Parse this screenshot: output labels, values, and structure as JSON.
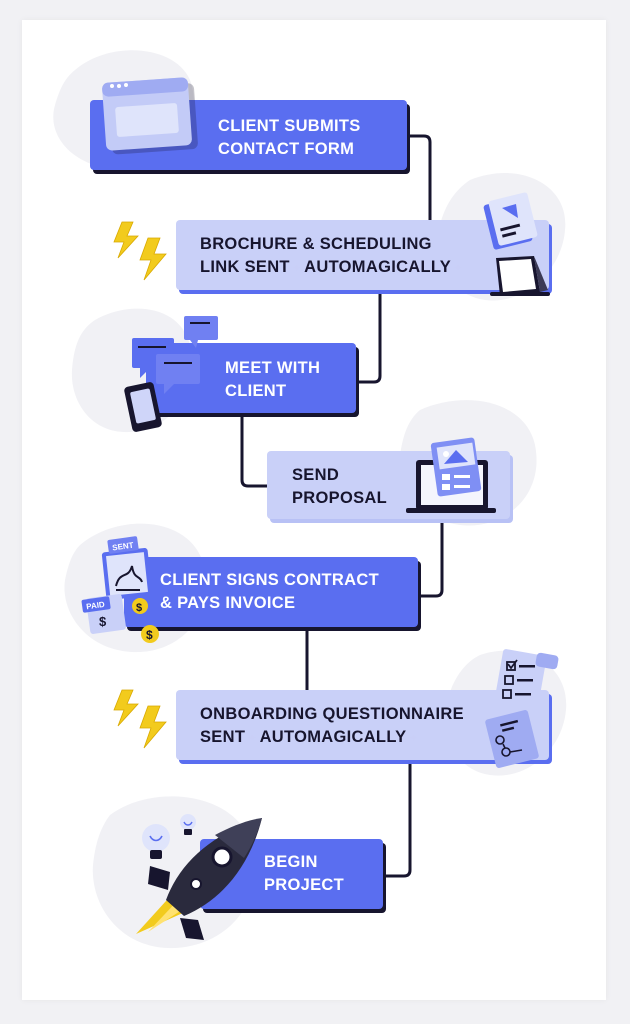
{
  "steps": [
    {
      "label": "CLIENT SUBMITS\nCONTACT FORM",
      "style": "dark",
      "icon": "browser-window-icon"
    },
    {
      "label_pre": "BROCHURE & SCHEDULING\nLINK SENT",
      "label_em": "AUTOMAGICALLY",
      "style": "light",
      "icon": "document-tablet-icon"
    },
    {
      "label": "MEET WITH\nCLIENT",
      "style": "dark",
      "icon": "chat-phone-icon"
    },
    {
      "label": "SEND\nPROPOSAL",
      "style": "light",
      "icon": "laptop-proposal-icon"
    },
    {
      "label": "CLIENT SIGNS CONTRACT\n& PAYS INVOICE",
      "style": "dark",
      "icon": "contract-invoice-icon"
    },
    {
      "label_pre": "ONBOARDING QUESTIONNAIRE\nSENT",
      "label_em": "AUTOMAGICALLY",
      "style": "light",
      "icon": "checklist-icon"
    },
    {
      "label": "BEGIN\nPROJECT",
      "style": "dark",
      "icon": "rocket-icon"
    }
  ],
  "badges": {
    "sent": "SENT",
    "paid": "PAID",
    "dollar": "$"
  },
  "sparkle": "✦",
  "colors": {
    "dark_box": "#5a6ef0",
    "light_box": "#c9d0f8",
    "connector": "#17152e",
    "bolt": "#f2cb1d"
  }
}
